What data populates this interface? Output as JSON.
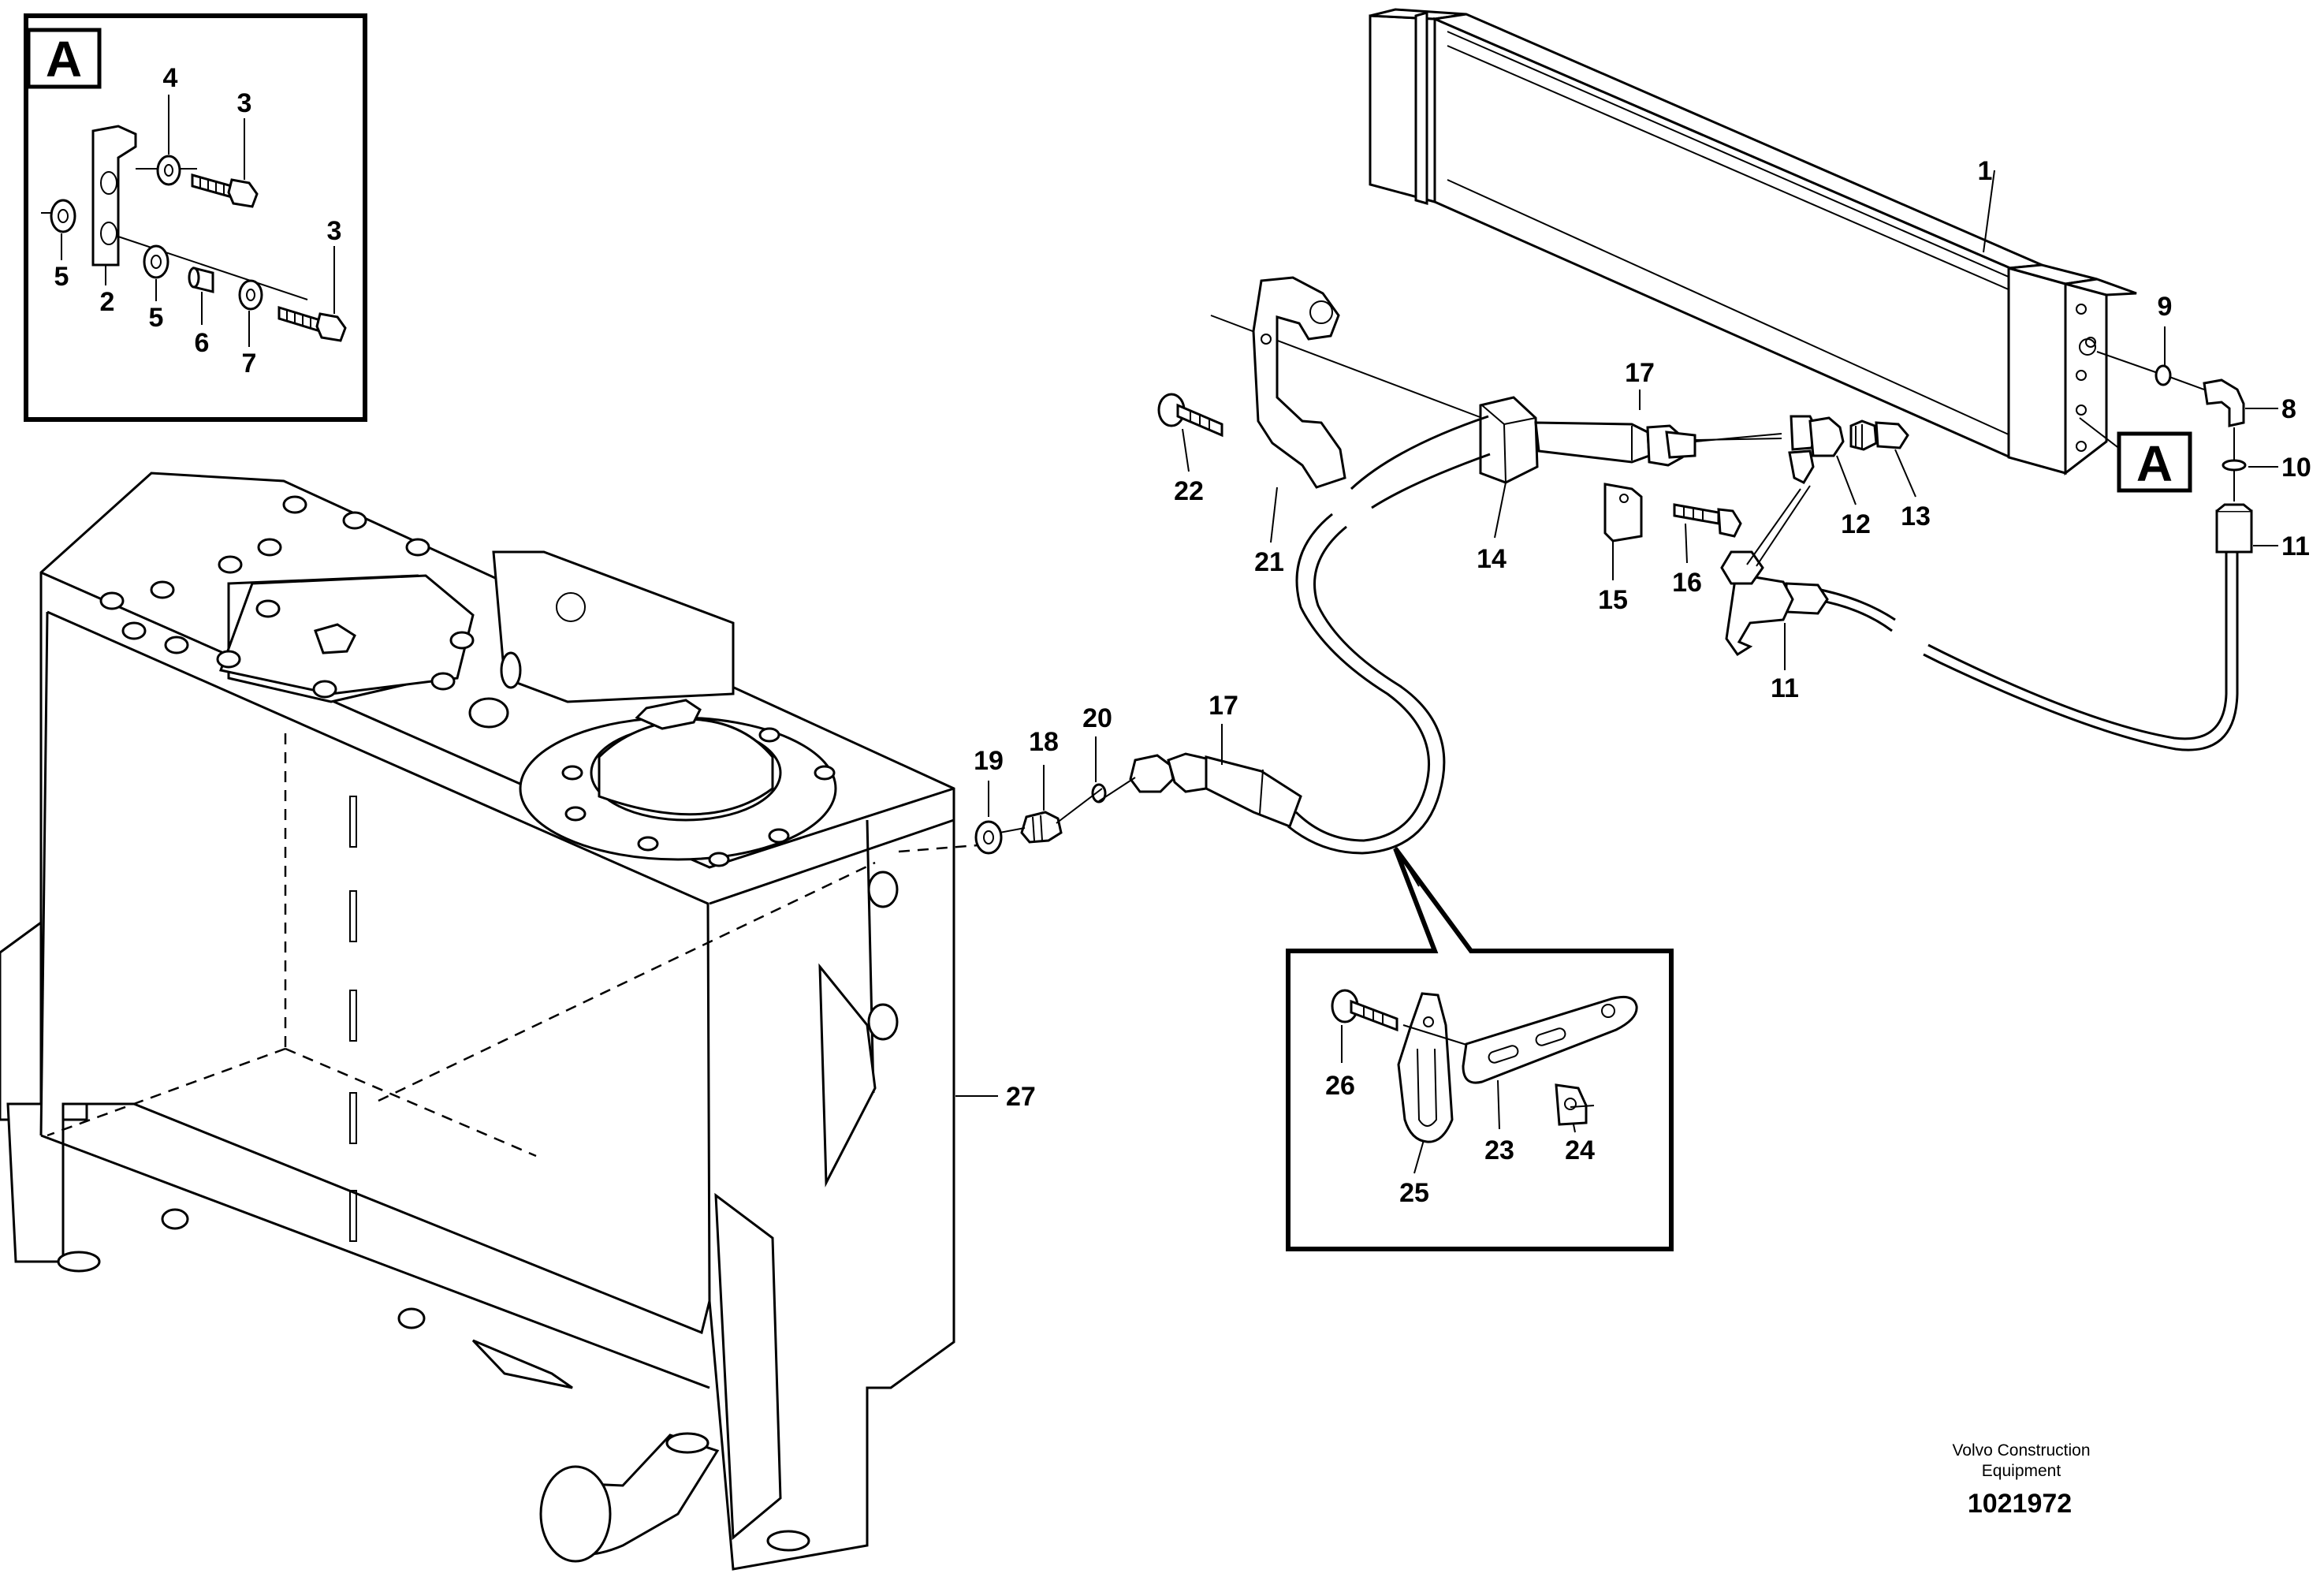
{
  "callouts": {
    "c1": "1",
    "c2": "2",
    "c3a": "3",
    "c3b": "3",
    "c4": "4",
    "c5a": "5",
    "c5b": "5",
    "c6": "6",
    "c7": "7",
    "c8": "8",
    "c9": "9",
    "c10": "10",
    "c11a": "11",
    "c11b": "11",
    "c12": "12",
    "c13": "13",
    "c14": "14",
    "c15": "15",
    "c16": "16",
    "c17a": "17",
    "c17b": "17",
    "c18": "18",
    "c19": "19",
    "c20": "20",
    "c21": "21",
    "c22": "22",
    "c23": "23",
    "c24": "24",
    "c25": "25",
    "c26": "26",
    "c27": "27"
  },
  "view_labels": {
    "inset_a": "A",
    "ref_a": "A"
  },
  "footer": {
    "company_line1": "Volvo Construction",
    "company_line2": "Equipment",
    "drawing_number": "1021972"
  }
}
